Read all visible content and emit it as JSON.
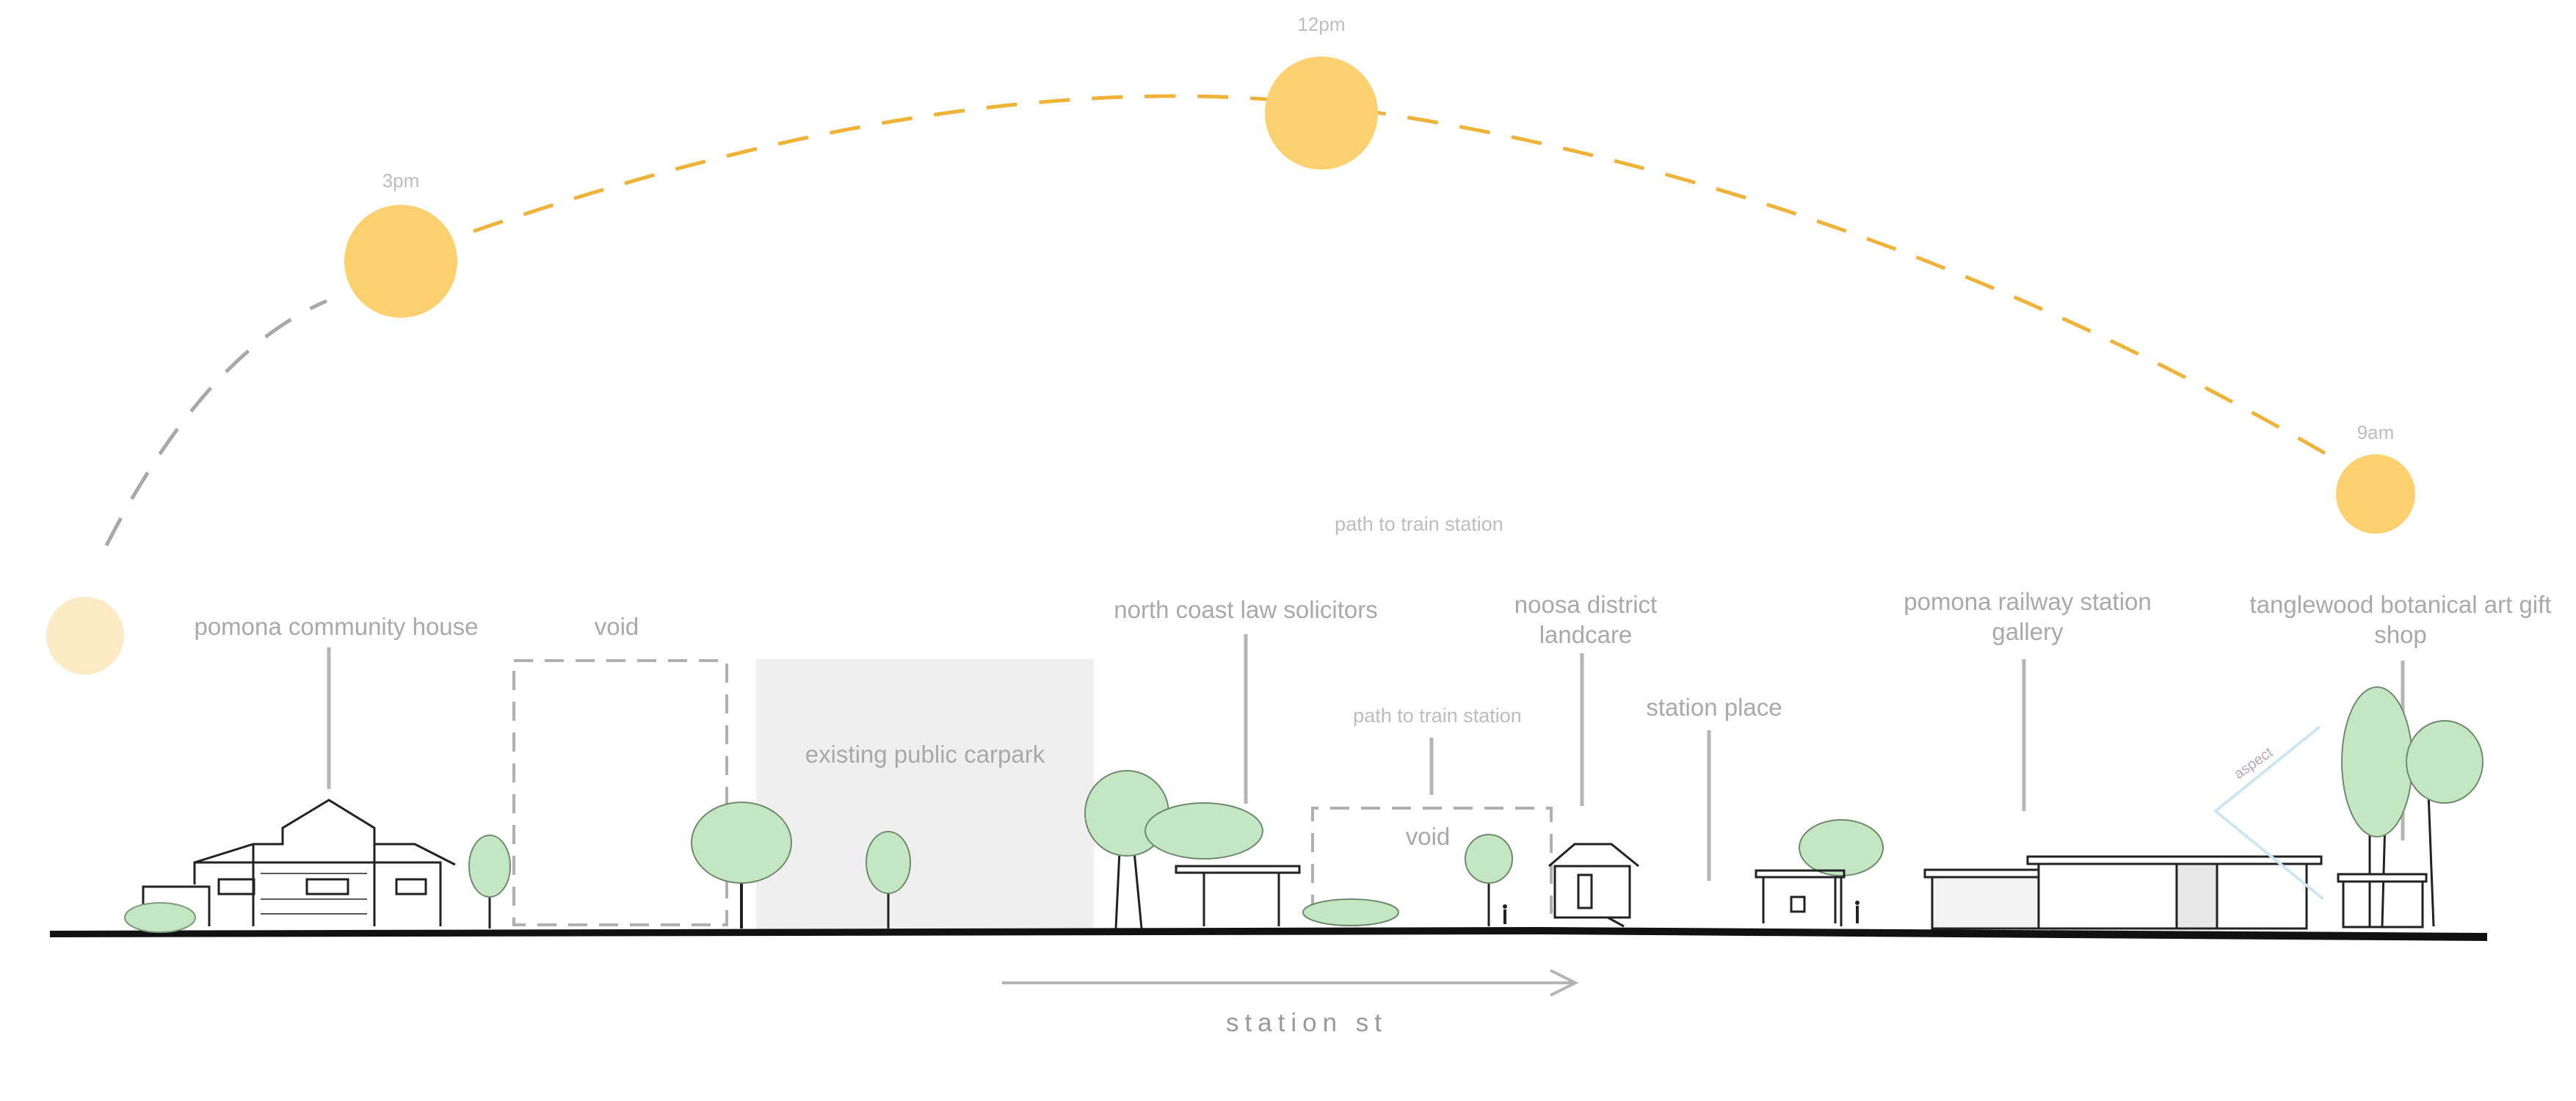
{
  "sun_path": {
    "times": {
      "t12": "12pm",
      "t3": "3pm",
      "t9": "9am"
    },
    "colors": {
      "sun": "#fdd06f",
      "sun_faded": "#fdebc6",
      "arc": "#f0b33a",
      "arc_shadow": "#a8a8a8"
    }
  },
  "labels": {
    "community_house": "pomona community house",
    "void_left": "void",
    "carpark": "existing public carpark",
    "law": "north coast law solicitors",
    "landcare": "noosa district\nlandcare",
    "path_top": "path to train station",
    "path_mid": "path to train station",
    "void_mid": "void",
    "station_place": "station place",
    "gallery": "pomona railway station\ngallery",
    "gift_shop": "tanglewood botanical art gift\nshop",
    "aspect": "aspect",
    "street": "station st"
  },
  "colors": {
    "label": "#a9a9a9",
    "leader": "#b5b5b5",
    "tree": "#c5e6c3",
    "carpark_fill": "#efefef",
    "ground": "#111111",
    "aspect_line": "#cde6f2"
  }
}
